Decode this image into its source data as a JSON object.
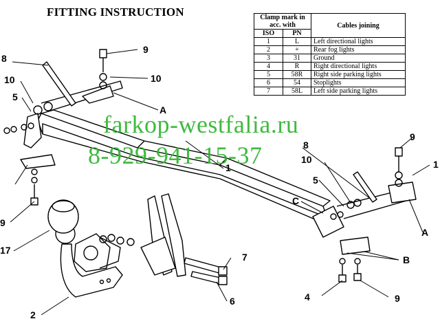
{
  "title": "FITTING INSTRUCTION",
  "table": {
    "header_clamp": "Clamp mark in acc. with",
    "header_cables": "Cables joining",
    "header_iso": "ISO",
    "header_pn": "PN",
    "rows": [
      {
        "iso": "1",
        "pn": "L",
        "desc": "Left directional lights"
      },
      {
        "iso": "2",
        "pn": "+",
        "desc": "Rear fog lights"
      },
      {
        "iso": "3",
        "pn": "31",
        "desc": "Ground"
      },
      {
        "iso": "4",
        "pn": "R",
        "desc": "Right directional lights"
      },
      {
        "iso": "5",
        "pn": "58R",
        "desc": "Right side parking lights"
      },
      {
        "iso": "6",
        "pn": "54",
        "desc": "Stoplights"
      },
      {
        "iso": "7",
        "pn": "58L",
        "desc": "Left side parking lights"
      }
    ]
  },
  "watermark": {
    "site": "farkop-westfalia.ru",
    "phone": "8-929-941-15-37"
  },
  "callouts": {
    "n1_top": "1",
    "n1_right": "1",
    "n2": "2",
    "n4": "4",
    "n5_left": "5",
    "n5_right": "5",
    "n6": "6",
    "n7": "7",
    "n8_left": "8",
    "n8_right": "8",
    "n9_topleft": "9",
    "n9_left": "9",
    "n9_topright": "9",
    "n9_bottom": "9",
    "n10_left": "10",
    "n10_top": "10",
    "n10_right": "10",
    "n17": "17",
    "a_left": "A",
    "a_right": "A",
    "b": "B",
    "c": "C"
  }
}
